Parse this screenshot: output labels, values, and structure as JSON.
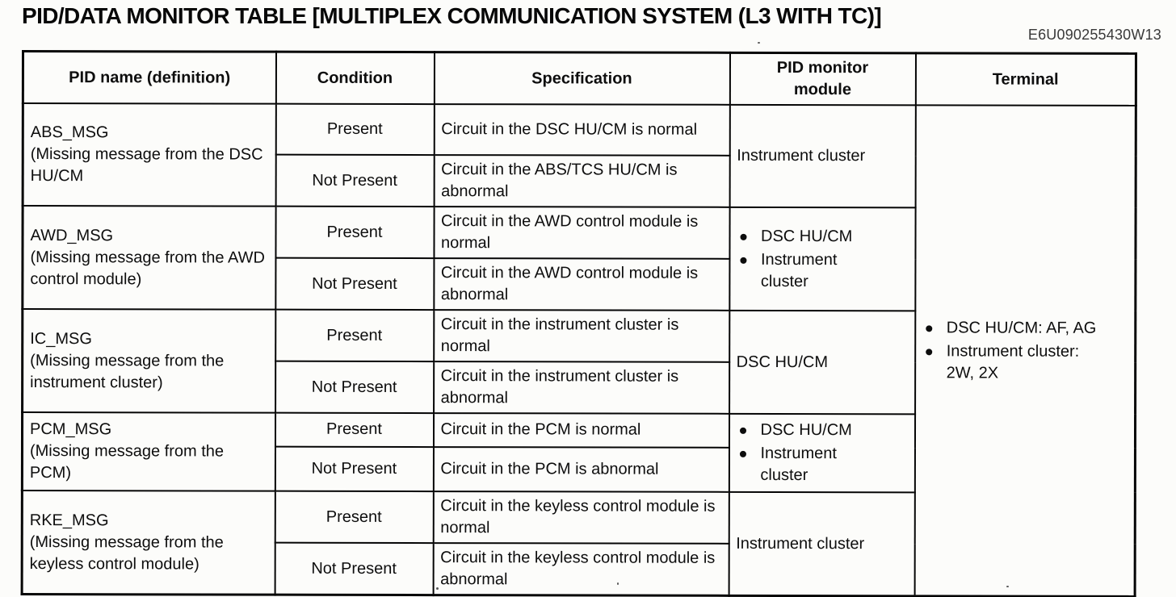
{
  "page": {
    "title": "PID/DATA MONITOR TABLE [MULTIPLEX COMMUNICATION SYSTEM (L3 WITH TC)]",
    "doc_code": "E6U090255430W13"
  },
  "table": {
    "headers": {
      "pid_name": "PID name (definition)",
      "condition": "Condition",
      "specification": "Specification",
      "monitor_module": "PID monitor module",
      "terminal": "Terminal"
    },
    "rows": [
      {
        "pid_name": "ABS_MSG",
        "pid_definition": "(Missing message from the DSC HU/CM",
        "conditions": [
          {
            "label": "Present",
            "spec": "Circuit in the DSC HU/CM is normal"
          },
          {
            "label": "Not Present",
            "spec": "Circuit in the ABS/TCS HU/CM is abnormal"
          }
        ],
        "modules": [
          "Instrument cluster"
        ]
      },
      {
        "pid_name": "AWD_MSG",
        "pid_definition": "(Missing message from the AWD control module)",
        "conditions": [
          {
            "label": "Present",
            "spec": "Circuit in the AWD control module is normal"
          },
          {
            "label": "Not Present",
            "spec": "Circuit in the AWD control module is abnormal"
          }
        ],
        "modules": [
          "DSC HU/CM",
          "Instrument cluster"
        ]
      },
      {
        "pid_name": "IC_MSG",
        "pid_definition": "(Missing message from the instrument cluster)",
        "conditions": [
          {
            "label": "Present",
            "spec": "Circuit in the instrument cluster is normal"
          },
          {
            "label": "Not Present",
            "spec": "Circuit in the instrument cluster is abnormal"
          }
        ],
        "modules": [
          "DSC HU/CM"
        ]
      },
      {
        "pid_name": "PCM_MSG",
        "pid_definition": "(Missing message from the PCM)",
        "conditions": [
          {
            "label": "Present",
            "spec": "Circuit in the PCM is normal"
          },
          {
            "label": "Not Present",
            "spec": "Circuit in the PCM is abnormal"
          }
        ],
        "modules": [
          "DSC HU/CM",
          "Instrument cluster"
        ]
      },
      {
        "pid_name": "RKE_MSG",
        "pid_definition": "(Missing message from the keyless control module)",
        "conditions": [
          {
            "label": "Present",
            "spec": "Circuit in the keyless control module is normal"
          },
          {
            "label": "Not Present",
            "spec": "Circuit in the keyless control module is abnormal"
          }
        ],
        "modules": [
          "Instrument cluster"
        ]
      }
    ],
    "terminal_items": [
      "DSC HU/CM: AF, AG",
      "Instrument cluster: 2W, 2X"
    ]
  }
}
